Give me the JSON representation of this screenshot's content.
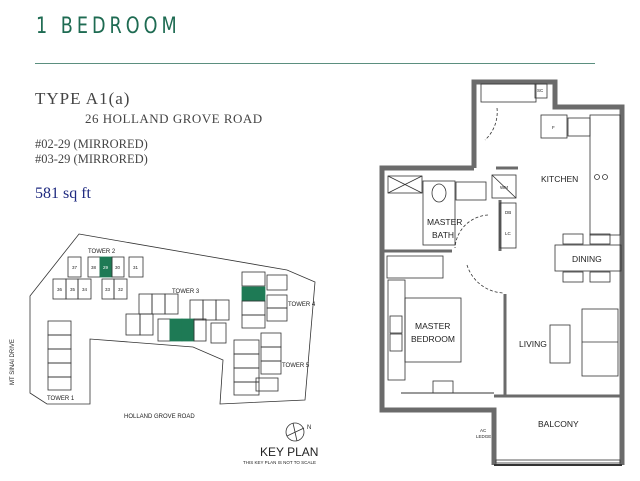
{
  "header": {
    "title": "1 BEDROOM"
  },
  "unit_info": {
    "type": "TYPE A1(a)",
    "address": "26 HOLLAND GROVE ROAD",
    "units": [
      "#02-29 (MIRRORED)",
      "#03-29 (MIRRORED)"
    ],
    "area": "581 sq ft"
  },
  "key_plan": {
    "title": "KEY PLAN",
    "note": "THIS KEY PLAN IS NOT TO SCALE",
    "road": "HOLLAND GROVE ROAD",
    "side_road": "MT SINAI DRIVE",
    "north_label": "N",
    "towers": [
      "TOWER 1",
      "TOWER 2",
      "TOWER 3",
      "TOWER 4",
      "TOWER 5"
    ],
    "tower2_units": [
      "37",
      "38",
      "29",
      "30",
      "31",
      "36",
      "35",
      "34",
      "33",
      "32"
    ],
    "highlight_color": "#1e7a55"
  },
  "floor_plan": {
    "rooms": {
      "kitchen": "KITCHEN",
      "master_bath_1": "MASTER",
      "master_bath_2": "BATH",
      "dining": "DINING",
      "master_bedroom_1": "MASTER",
      "master_bedroom_2": "BEDROOM",
      "living": "LIVING",
      "balcony": "BALCONY",
      "ac_ledge_1": "AC",
      "ac_ledge_2": "LEDGE"
    },
    "fixtures": {
      "sc": "SC",
      "f": "F",
      "wm": "WM",
      "db": "DB",
      "lc": "LC"
    }
  }
}
